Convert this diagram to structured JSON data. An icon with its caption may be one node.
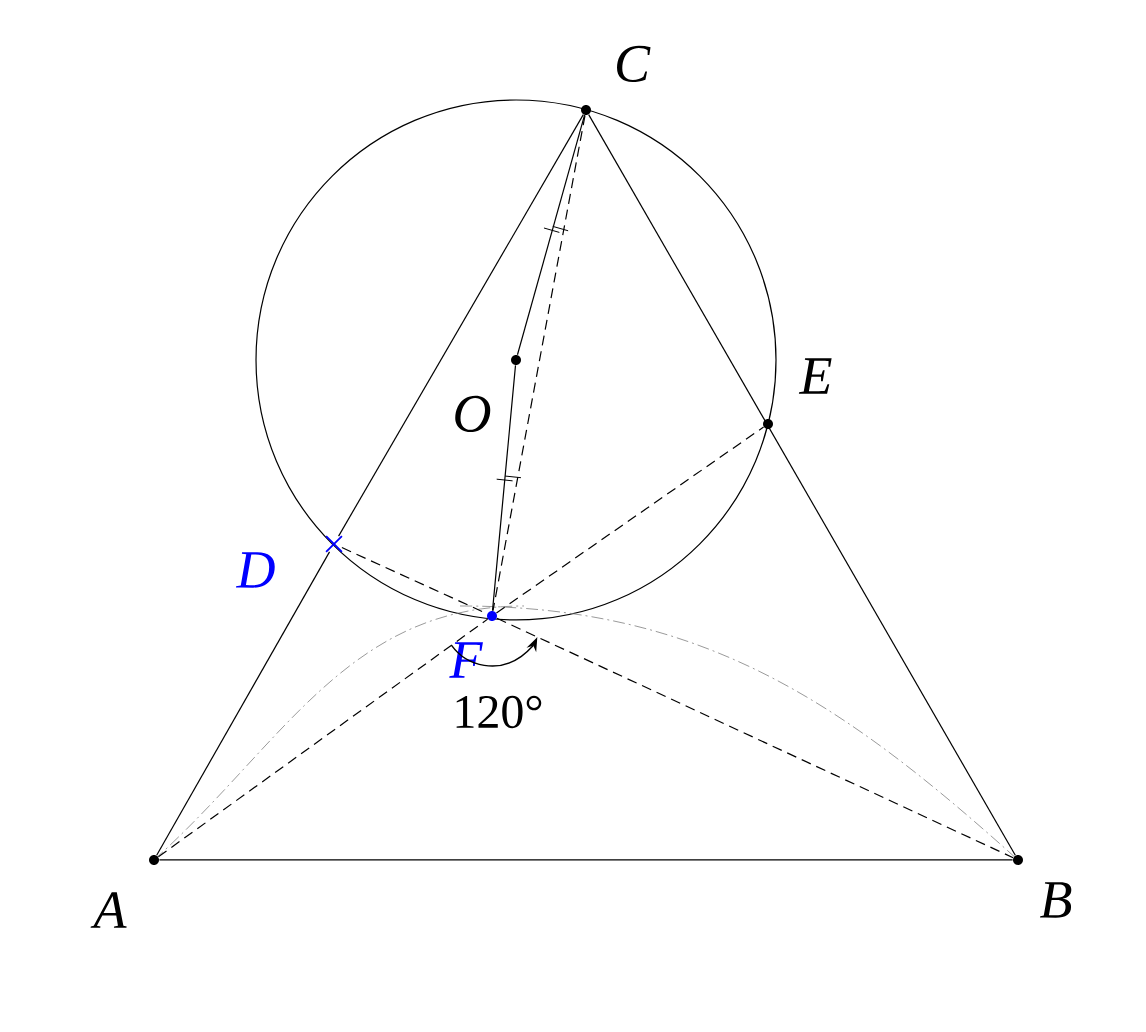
{
  "diagram": {
    "nodes": [
      {
        "text": [
          "C"
        ]
      },
      {
        "text": [
          "O"
        ]
      },
      {
        "text": [
          "E"
        ]
      },
      {
        "text": [
          "D"
        ]
      },
      {
        "text": [
          "F"
        ]
      },
      {
        "text": [
          "A"
        ]
      },
      {
        "text": [
          "B"
        ]
      }
    ],
    "edges": [
      {
        "from": 5,
        "to": 6,
        "arrow": "none"
      },
      {
        "from": 6,
        "to": 0,
        "arrow": "none"
      },
      {
        "from": 0,
        "to": 3,
        "arrow": "none"
      },
      {
        "from": 3,
        "to": 5,
        "arrow": "none"
      },
      {
        "from": 0,
        "to": 1,
        "arrow": "none"
      },
      {
        "from": 1,
        "to": 4,
        "arrow": "none"
      },
      {
        "from": 0,
        "to": 4,
        "arrow": "none",
        "style": "dashed"
      },
      {
        "from": 3,
        "to": 4,
        "arrow": "none",
        "style": "dashed"
      },
      {
        "from": 4,
        "to": 2,
        "arrow": "none",
        "style": "dashed"
      },
      {
        "from": 5,
        "to": 4,
        "arrow": "none",
        "style": "dashed"
      },
      {
        "from": 4,
        "to": 6,
        "arrow": "none",
        "style": "dashed"
      }
    ],
    "labels": [
      "120°"
    ]
  }
}
